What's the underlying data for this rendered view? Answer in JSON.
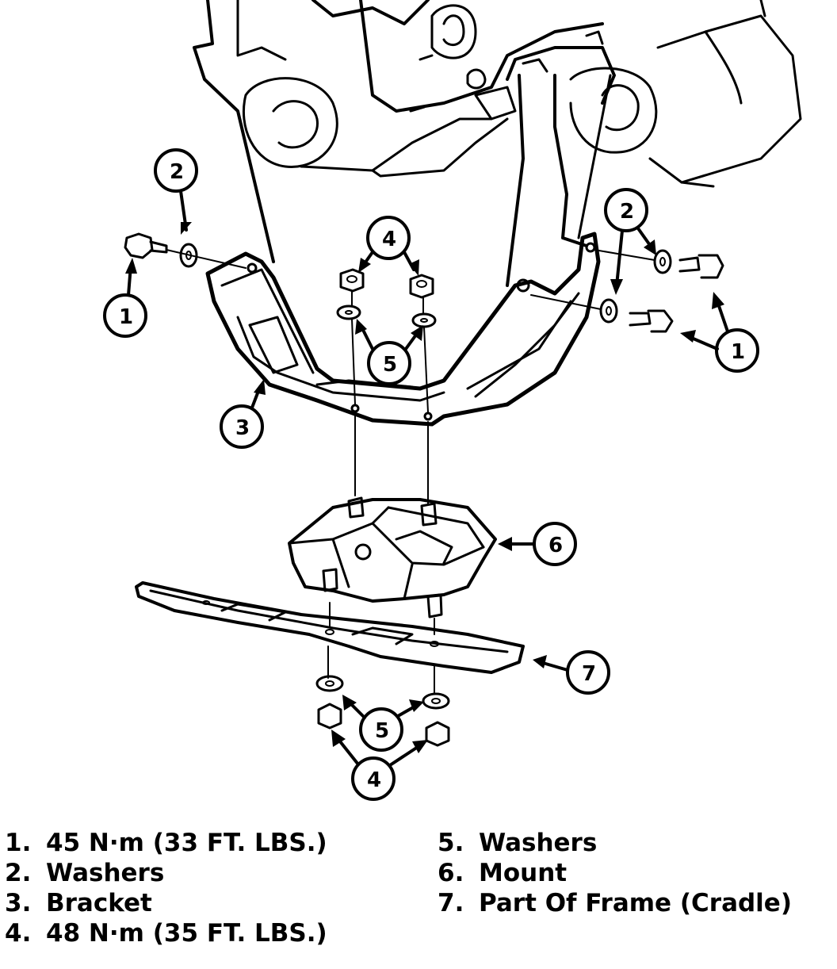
{
  "callouts": {
    "c1_left": "1",
    "c2_left": "2",
    "c3": "3",
    "c4_top": "4",
    "c5_top": "5",
    "c2_right": "2",
    "c1_right": "1",
    "c6": "6",
    "c7": "7",
    "c5_bottom": "5",
    "c4_bottom": "4"
  },
  "legend_left": [
    {
      "num": "1.",
      "text": "45 N·m (33 FT. LBS.)"
    },
    {
      "num": "2.",
      "text": "Washers"
    },
    {
      "num": "3.",
      "text": "Bracket"
    },
    {
      "num": "4.",
      "text": "48 N·m (35 FT. LBS.)"
    }
  ],
  "legend_right": [
    {
      "num": "5.",
      "text": "Washers"
    },
    {
      "num": "6.",
      "text": "Mount"
    },
    {
      "num": "7.",
      "text": "Part Of Frame (Cradle)"
    }
  ]
}
